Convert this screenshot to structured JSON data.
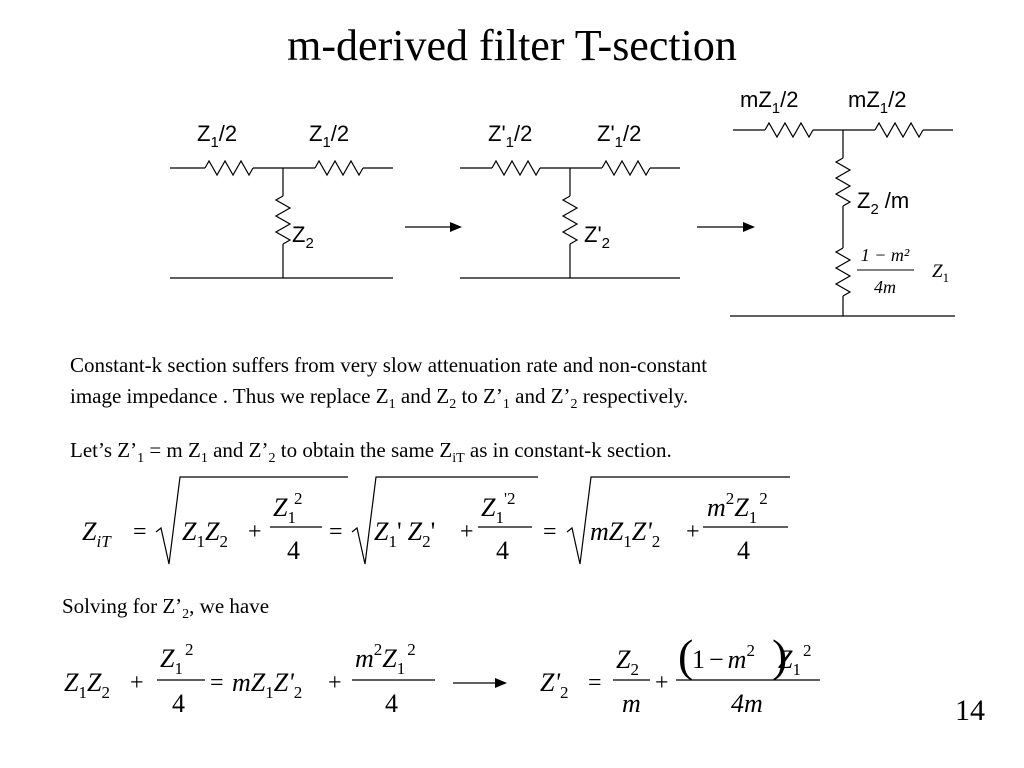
{
  "title": "m-derived filter T-section",
  "page_number": "14",
  "circuits": {
    "left": {
      "series_label_base": "Z",
      "series_label_sub": "1",
      "series_label_tail": "/2",
      "shunt_label_base": "Z",
      "shunt_label_sub": "2"
    },
    "middle": {
      "series_label_base": "Z'",
      "series_label_sub": "1",
      "series_label_tail": "/2",
      "shunt_label_base": "Z'",
      "shunt_label_sub": "2"
    },
    "right": {
      "series_label_base": "mZ",
      "series_label_sub": "1",
      "series_label_tail": "/2",
      "shunt_top_base": "Z",
      "shunt_top_sub": "2",
      "shunt_top_tail": "/m",
      "shunt_bottom_num": "1 − m²",
      "shunt_bottom_den": "4m",
      "shunt_bottom_factor_base": "Z",
      "shunt_bottom_factor_sub": "1"
    }
  },
  "paragraphs": {
    "p1_line1": "Constant-k section suffers from very slow attenuation rate and non-constant",
    "p1_line2_a": "image impedance . Thus we replace Z",
    "p1_line2_b": "and Z",
    "p1_line2_c": "to Z’",
    "p1_line2_d": "and Z’",
    "p1_line2_e": "respectively.",
    "p2_a": "Let’s Z’",
    "p2_b": "= m Z",
    "p2_c": "and Z’",
    "p2_d": "to obtain the same Z",
    "p2_e": "as in constant-k section.",
    "solving": "Solving for  Z’",
    "solving_tail": ", we have",
    "sub1": "1",
    "sub2": "2",
    "subiT": "iT"
  },
  "equations": {
    "eq1": {
      "lhs_base": "Z",
      "lhs_sub": "iT",
      "t1a": "Z",
      "t1a_sub": "1",
      "t1b": "Z",
      "t1b_sub": "2",
      "frac1_num_base": "Z",
      "frac1_num_sub": "1",
      "frac1_num_sup": "2",
      "frac_den": "4",
      "t2a": "Z",
      "t2a_sub": "1",
      "t2a_prime": "'",
      "t2b": "Z",
      "t2b_sub": "2",
      "t2b_prime": "'",
      "frac2_num_base": "Z",
      "frac2_num_sub": "1",
      "frac2_num_sup": "'2",
      "t3_m": "m",
      "t3a": "Z",
      "t3a_sub": "1",
      "t3b": "Z'",
      "t3b_sub": "2",
      "frac3_m": "m",
      "frac3_m_sup": "2",
      "frac3_Z": "Z",
      "frac3_Z_sub": "1",
      "frac3_Z_sup": "2"
    },
    "eq2": {
      "t1a": "Z",
      "t1a_sub": "1",
      "t1b": "Z",
      "t1b_sub": "2",
      "frac1_num_base": "Z",
      "frac1_num_sub": "1",
      "frac1_num_sup": "2",
      "frac_den": "4",
      "rhs_m": "m",
      "rhs_a": "Z",
      "rhs_a_sub": "1",
      "rhs_b": "Z'",
      "rhs_b_sub": "2",
      "frac2_m": "m",
      "frac2_m_sup": "2",
      "frac2_Z": "Z",
      "frac2_Z_sub": "1",
      "frac2_Z_sup": "2"
    },
    "eq3": {
      "lhs": "Z'",
      "lhs_sub": "2",
      "frac1_num": "Z",
      "frac1_num_sub": "2",
      "frac1_den": "m",
      "frac2_one": "1",
      "frac2_minus": "−",
      "frac2_m": "m",
      "frac2_m_sup": "2",
      "frac2_Z": "Z",
      "frac2_Z_sub": "1",
      "frac2_Z_sup": "2",
      "frac2_den": "4m"
    },
    "ops": {
      "eq": "=",
      "plus": "+"
    }
  }
}
